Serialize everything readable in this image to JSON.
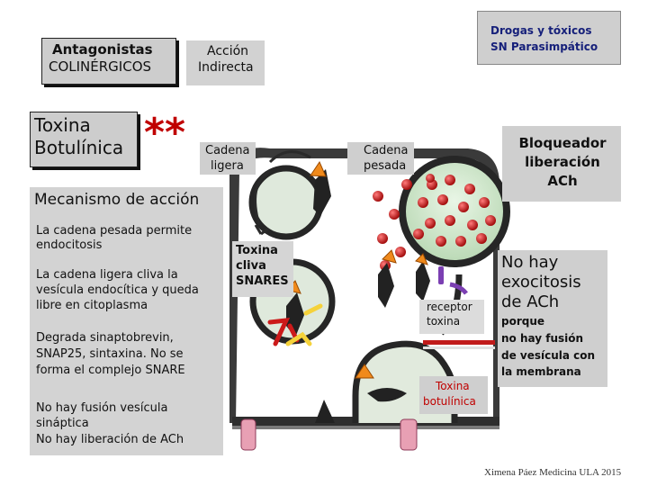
{
  "header": {
    "antagonists_line1": "Antagonistas",
    "antagonists_line2": "COLINÉRGICOS",
    "indirect_line1": "Acción",
    "indirect_line2": "Indirecta",
    "drugs_line1": "Drogas y tóxicos",
    "drugs_line2": "SN Parasimpático"
  },
  "toxin_title": {
    "line1": "Toxina",
    "line2": "Botulínica",
    "stars": "**"
  },
  "diagram_labels": {
    "light_chain_1": "Cadena",
    "light_chain_2": "ligera",
    "heavy_chain_1": "Cadena",
    "heavy_chain_2": "pesada",
    "blocker_1": "Bloqueador",
    "blocker_2": "liberación",
    "blocker_3": "ACh",
    "cleaves_1": "Toxina",
    "cleaves_2": "cliva",
    "cleaves_3": "SNARES",
    "receptor_1": "receptor",
    "receptor_2": "toxina",
    "toxin_bottom_1": "Toxina",
    "toxin_bottom_2": "botulínica"
  },
  "mechanism": {
    "title": "Mecanismo de acción",
    "p1_l1": "La cadena pesada permite",
    "p1_l2": "endocitosis",
    "p2_l1": "La cadena ligera cliva la",
    "p2_l2": "vesícula endocítica y queda",
    "p2_l3": "libre en citoplasma",
    "p3_l1": "Degrada sinaptobrevin,",
    "p3_l2": "SNAP25, sintaxina. No se",
    "p3_l3": "forma el complejo SNARE",
    "p4_l1": "No hay fusión vesícula",
    "p4_l2": "sináptica",
    "p4_l3": "No hay liberación de ACh"
  },
  "result": {
    "line1": "No hay",
    "line2": "exocitosis",
    "line3": "de ACh",
    "sub1": "porque",
    "sub2": "no hay fusión",
    "sub3": "de vesícula con",
    "sub4": "la membrana"
  },
  "footer": "Ximena Páez Medicina ULA 2015",
  "colors": {
    "box_grey": "#c9c9c9",
    "membrane_dark": "#2b2b2b",
    "vesicle_fill": "#d6ecd3",
    "ach_red": "#d01818",
    "toxin_orange": "#f08a1c",
    "receptor_pink": "#e8a0b4",
    "snare_yellow": "#f5d23a"
  }
}
